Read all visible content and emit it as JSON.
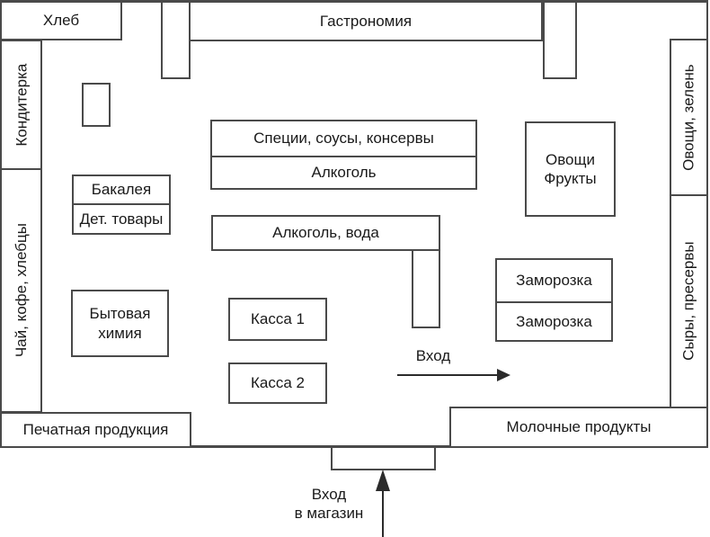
{
  "diagram": {
    "type": "store-floor-plan",
    "language": "ru"
  },
  "sections": {
    "bread": "Хлеб",
    "deli": "Гастрономия",
    "confectionery": "Кондитерка",
    "vegetables_greens": "Овощи, зелень",
    "tea_coffee_crispbread": "Чай, кофе, хлебцы",
    "cheese_preserves": "Сыры, пресервы",
    "spices_sauces_canned": "Специи, соусы, консервы",
    "alcohol": "Алкоголь",
    "grocery": "Бакалея",
    "kids_goods": "Дет. товары",
    "vegetables_fruits": "Овощи\nФрукты",
    "alcohol_water": "Алкоголь, вода",
    "household_chemicals": "Бытовая\nхимия",
    "checkout_1": "Касса 1",
    "checkout_2": "Касса 2",
    "frozen_1": "Заморозка",
    "frozen_2": "Заморозка",
    "print_products": "Печатная продукция",
    "dairy_products": "Молочные продукты"
  },
  "annotations": {
    "inner_entrance": "Вход",
    "store_entrance": "Вход\nв магазин"
  },
  "colors": {
    "wall": "#4a4a4a",
    "border": "#4a4a4a",
    "arrow": "#2b2b2b",
    "text": "#1a1a1a",
    "background": "#ffffff"
  }
}
